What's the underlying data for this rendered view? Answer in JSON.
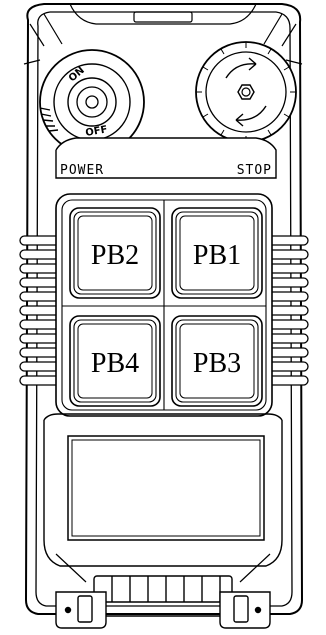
{
  "labels": {
    "power": "POWER",
    "stop": "STOP"
  },
  "key_switch": {
    "on": "ON",
    "off": "OFF"
  },
  "buttons": {
    "pb1": "PB1",
    "pb2": "PB2",
    "pb3": "PB3",
    "pb4": "PB4"
  },
  "colors": {
    "line": "#000000",
    "fill": "#ffffff"
  }
}
